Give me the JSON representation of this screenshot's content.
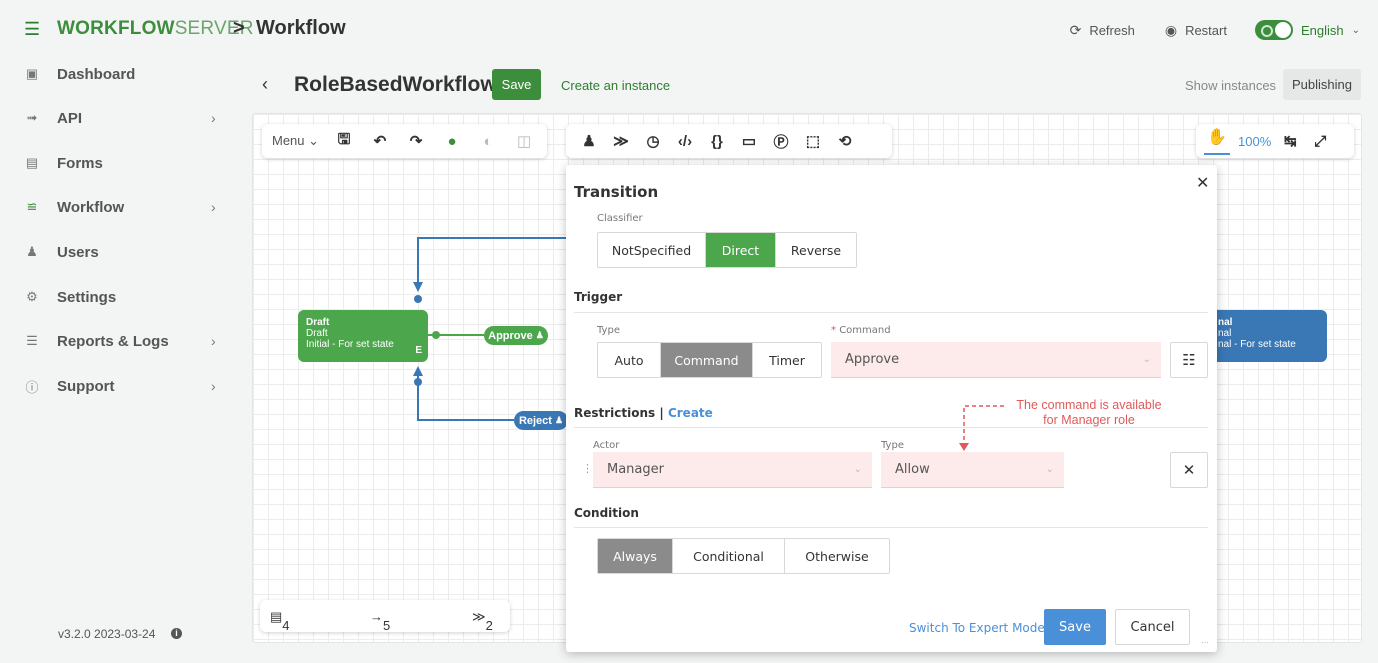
{
  "topbar": {
    "brand_bold": "WORKFLOW",
    "brand_light": "SERVER",
    "separator": ">",
    "title": "Workflow",
    "refresh_label": "Refresh",
    "restart_label": "Restart",
    "language": "English"
  },
  "sidebar": {
    "items": [
      {
        "label": "Dashboard",
        "icon": "dashboard-icon"
      },
      {
        "label": "API",
        "icon": "plug-icon"
      },
      {
        "label": "Forms",
        "icon": "form-icon"
      },
      {
        "label": "Workflow",
        "icon": "workflow-icon"
      },
      {
        "label": "Users",
        "icon": "users-icon"
      },
      {
        "label": "Settings",
        "icon": "gears-icon"
      },
      {
        "label": "Reports & Logs",
        "icon": "reports-icon"
      },
      {
        "label": "Support",
        "icon": "help-icon"
      }
    ],
    "version": "v3.2.0 2023-03-24"
  },
  "header": {
    "workflow_name": "RoleBasedWorkflow",
    "save_label": "Save",
    "create_instance_label": "Create an instance",
    "show_instances_label": "Show instances",
    "publishing_label": "Publishing"
  },
  "canvas": {
    "menu_label": "Menu",
    "zoom": "100%",
    "stats": {
      "activities": "4",
      "transitions": "5",
      "commands": "2"
    },
    "states": [
      {
        "name": "Draft",
        "localized": "Draft",
        "note": "Initial - For set state",
        "badge": "E"
      },
      {
        "name": "nal",
        "localized": "nal",
        "note": "nal - For set state"
      }
    ],
    "transitions": [
      {
        "label": "Approve"
      },
      {
        "label": "Reject"
      }
    ]
  },
  "dialog": {
    "title": "Transition",
    "classifier_label": "Classifier",
    "classifier_options": [
      "NotSpecified",
      "Direct",
      "Reverse"
    ],
    "trigger_label": "Trigger",
    "type_label": "Type",
    "trigger_types": [
      "Auto",
      "Command",
      "Timer"
    ],
    "command_required": "*",
    "command_label": "Command",
    "command_value": "Approve",
    "restrictions_label": "Restrictions",
    "restrictions_sep": "|",
    "create_label": "Create",
    "actor_label": "Actor",
    "actor_value": "Manager",
    "restriction_type_label": "Type",
    "restriction_type_value": "Allow",
    "annotation_line1": "The command is available",
    "annotation_line2": "for Manager role",
    "condition_label": "Condition",
    "condition_options": [
      "Always",
      "Conditional",
      "Otherwise"
    ],
    "expert_mode_label": "Switch To Expert Mode",
    "save_label": "Save",
    "cancel_label": "Cancel"
  },
  "colors": {
    "brand_green": "#3c8d3c",
    "state_green": "#4ca74c",
    "state_blue": "#3a77b5",
    "link_blue": "#4a90d9",
    "annotation_red": "#e05a5a"
  }
}
